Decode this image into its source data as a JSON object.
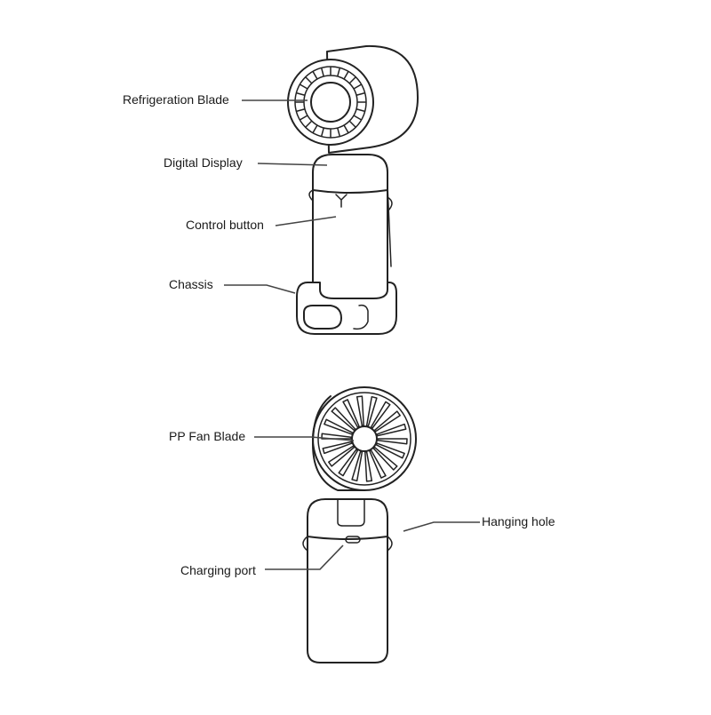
{
  "labels": {
    "refrigeration_blade": "Refrigeration Blade",
    "digital_display": "Digital Display",
    "control_button": "Control button",
    "chassis": "Chassis",
    "pp_fan_blade": "PP Fan Blade",
    "hanging_hole": "Hanging hole",
    "charging_port": "Charging port"
  }
}
